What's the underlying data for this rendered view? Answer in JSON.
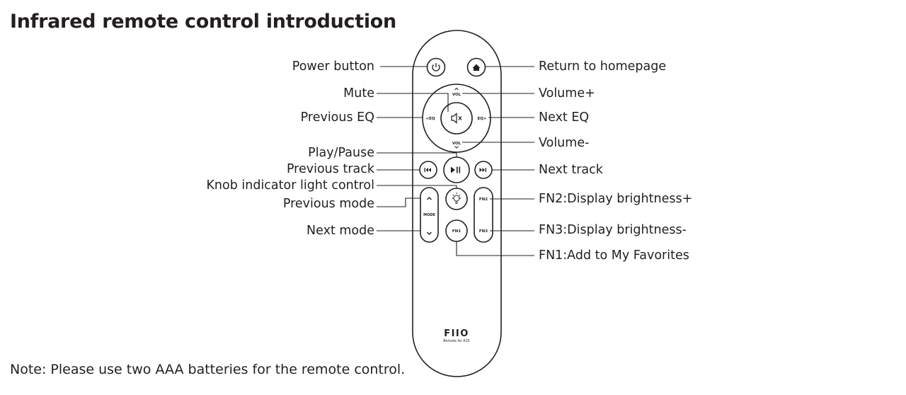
{
  "title": "Infrared remote control introduction",
  "note": "Note: Please use two AAA batteries for the remote control.",
  "remote": {
    "brand": "FIIO",
    "model_caption": "Remote for K15",
    "keys": {
      "eq_left": "<EQ",
      "eq_right": "EQ>",
      "vol_up": "VOL",
      "vol_down": "VOL",
      "mode": "MODE",
      "fn1": "FN1",
      "fn2": "FN2",
      "fn3": "FN3"
    }
  },
  "labels_left": [
    {
      "id": "power",
      "text": "Power button"
    },
    {
      "id": "mute",
      "text": "Mute"
    },
    {
      "id": "prev-eq",
      "text": "Previous EQ"
    },
    {
      "id": "play-pause",
      "text": "Play/Pause"
    },
    {
      "id": "prev-track",
      "text": "Previous track"
    },
    {
      "id": "knob-light",
      "text": "Knob indicator light control"
    },
    {
      "id": "prev-mode",
      "text": "Previous mode"
    },
    {
      "id": "next-mode",
      "text": "Next mode"
    }
  ],
  "labels_right": [
    {
      "id": "home",
      "text": "Return to homepage"
    },
    {
      "id": "vol-up",
      "text": "Volume+"
    },
    {
      "id": "next-eq",
      "text": "Next EQ"
    },
    {
      "id": "vol-down",
      "text": "Volume-"
    },
    {
      "id": "next-track",
      "text": "Next track"
    },
    {
      "id": "fn2",
      "text": "FN2:Display brightness+"
    },
    {
      "id": "fn3",
      "text": "FN3:Display brightness-"
    },
    {
      "id": "fn1",
      "text": "FN1:Add to My Favorites"
    }
  ]
}
